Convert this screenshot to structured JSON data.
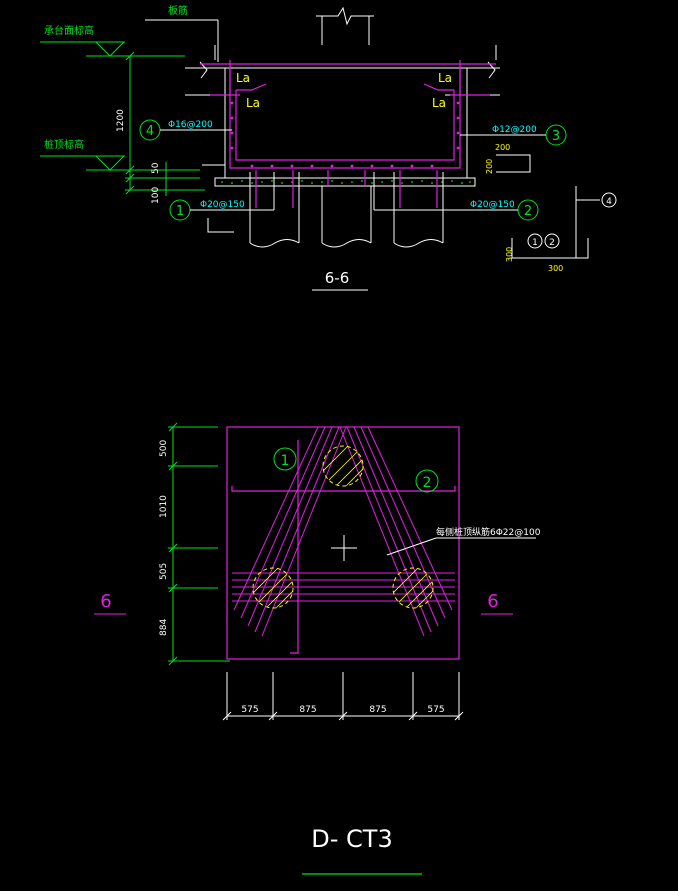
{
  "colors": {
    "background": "#000000",
    "magenta": "#e020e0",
    "green": "#00e020",
    "white": "#ffffff",
    "yellow": "#ffff00",
    "cyan": "#00ffff"
  },
  "section": {
    "label_slab": "板筋",
    "label_top_elevation": "承台面标高",
    "label_pile_elevation": "桩顶标高",
    "la_top_left": "La",
    "la_top_right": "La",
    "la_inner_left": "La",
    "la_inner_right": "La",
    "dim_1200": "1200",
    "dim_50": "50",
    "dim_100": "100",
    "rebar_4": "Φ16@200",
    "rebar_3": "Φ12@200",
    "rebar_1": "Φ20@150",
    "rebar_2": "Φ20@150",
    "marker_1": "1",
    "marker_2": "2",
    "marker_3": "3",
    "marker_4": "4",
    "title": "6-6"
  },
  "detail": {
    "dim_200_top": "200",
    "dim_200_side": "200",
    "marker_4": "4",
    "marker_1": "1",
    "marker_2": "2",
    "dim_300_v": "300",
    "dim_300_h": "300"
  },
  "plan": {
    "dim_left": [
      "500",
      "1010",
      "505",
      "884"
    ],
    "dim_bottom": [
      "575",
      "875",
      "875",
      "575"
    ],
    "marker_1": "1",
    "marker_2": "2",
    "rebar_note": "每侧桩顶纵筋6Φ22@100",
    "section_left": "6",
    "section_right": "6"
  },
  "title": "D- CT3"
}
